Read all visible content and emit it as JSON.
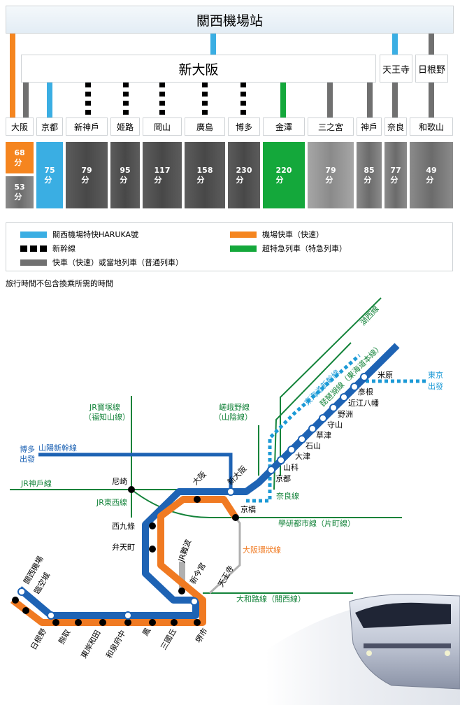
{
  "hubs": {
    "airport": "關西機場站",
    "shinosaka": "新大阪",
    "tennoji": "天王寺",
    "hineno": "日根野"
  },
  "stations": [
    {
      "name": "大阪",
      "time": "68\n分",
      "time2": "53\n分"
    },
    {
      "name": "京都",
      "time": "75\n分"
    },
    {
      "name": "新神戶",
      "time": "79\n分"
    },
    {
      "name": "姬路",
      "time": "95\n分"
    },
    {
      "name": "岡山",
      "time": "117\n分"
    },
    {
      "name": "廣島",
      "time": "158\n分"
    },
    {
      "name": "博多",
      "time": "230\n分"
    },
    {
      "name": "金澤",
      "time": "220\n分"
    },
    {
      "name": "三之宮",
      "time": "79\n分"
    },
    {
      "name": "神戶",
      "time": "85\n分"
    },
    {
      "name": "奈良",
      "time": "77\n分"
    },
    {
      "name": "和歌山",
      "time": "49\n分"
    }
  ],
  "legend": {
    "haruka": "關西機場特快HARUKA號",
    "shinkansen": "新幹線",
    "local": "快車（快速）或當地列車（普通列車）",
    "rapid": "機場快車（快速）",
    "express": "超特急列車（特急列車）"
  },
  "note": "旅行時間不包含換乘所需的時間",
  "map": {
    "kosei": "湖西線",
    "tokaido_shinkansen": "東海道新幹線",
    "biwako": "琵琶湖線（東海道本線）",
    "tokyo1": "東京",
    "tokyo2": "出發",
    "maibara": "米原",
    "hikone": "彥根",
    "omihachiman": "近江八幡",
    "yasu": "野洲",
    "moriyama": "守山",
    "kusatsu": "草津",
    "ishiyama": "石山",
    "otsu": "大津",
    "yamashina": "山科",
    "kyoto": "京都",
    "nara_line": "奈良線",
    "kyobashi": "京橋",
    "gakken": "學研都市線（片町線）",
    "loop": "大阪環狀線",
    "yamatoji": "大和路線（關西線）",
    "takarazuka1": "JR寶塚線",
    "takarazuka2": "（福知山線）",
    "sagano1": "嵯峨野線",
    "sagano2": "（山陰線）",
    "hakata1": "博多",
    "hakata2": "出發",
    "sanyo": "山陽新幹線",
    "kobe_line": "JR神戶線",
    "amagasaki": "尼崎",
    "tozai": "JR東西線",
    "osaka": "大阪",
    "shin_osaka": "新大阪",
    "nishikujo": "西九條",
    "bentencho": "弁天町",
    "jr_namba": "JR難波",
    "shin_imamiya": "新今宮",
    "tennoji": "天王寺",
    "airport1": "關西機場",
    "airport2": "臨空城",
    "hineno": "日根野",
    "kumatori": "熊取",
    "higashikishiwada": "東岸和田",
    "izumifuchu": "和泉府中",
    "otori": "鳳",
    "mikunigaoka": "三國丘",
    "sakai": "堺市"
  },
  "colors": {
    "haruka": "#3aaee3",
    "rapid": "#f5851f",
    "express": "#14a83b",
    "local": "#707070",
    "map_blue": "#1e63b4",
    "map_orange": "#f07a22",
    "map_green": "#13833a",
    "map_gray": "#b0b0b0",
    "map_teal": "#1c9ad6"
  }
}
